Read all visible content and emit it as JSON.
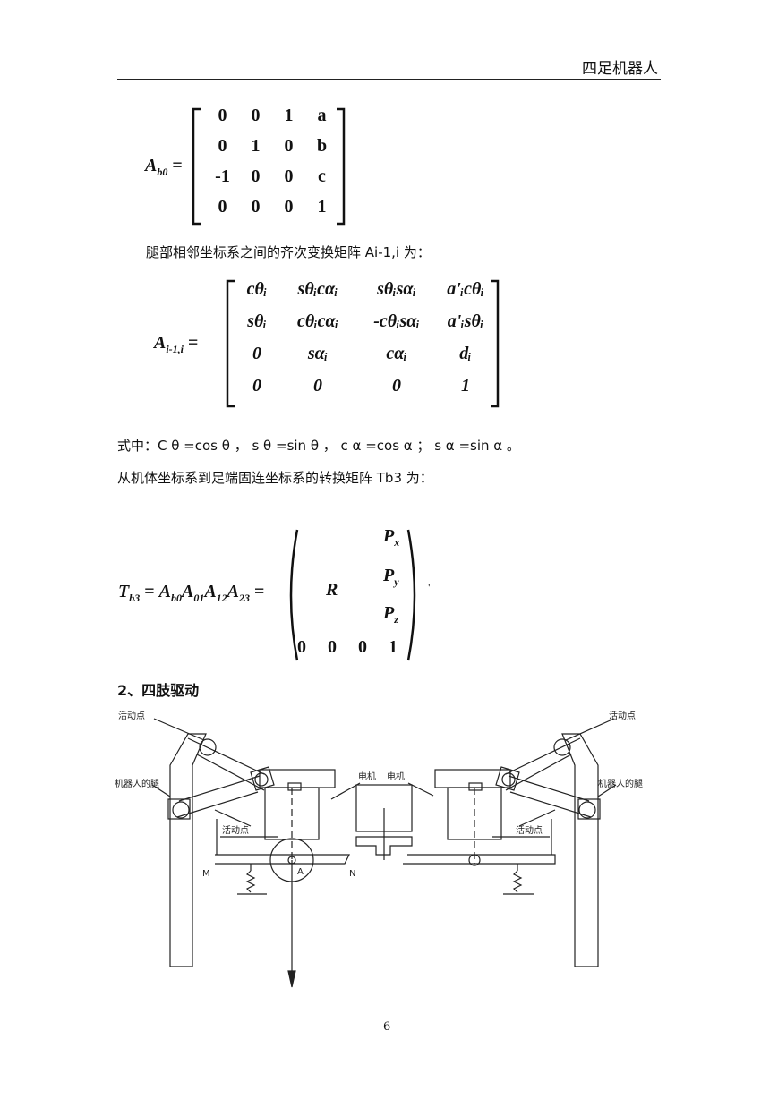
{
  "header": {
    "title": "四足机器人"
  },
  "eq1": {
    "lhs": "A",
    "lhs_sub": "b0",
    "rows": [
      [
        "0",
        "0",
        "1",
        "a"
      ],
      [
        "0",
        "1",
        "0",
        "b"
      ],
      [
        "-1",
        "0",
        "0",
        "c"
      ],
      [
        "0",
        "0",
        "0",
        "1"
      ]
    ]
  },
  "para1": "腿部相邻坐标系之间的齐次变换矩阵 Ai-1,i 为：",
  "eq2": {
    "lhs": "A",
    "lhs_sub": "i-1,i",
    "rows": [
      [
        "cθᵢ",
        "sθᵢcαᵢ",
        "sθᵢsαᵢ",
        "a'ᵢcθᵢ"
      ],
      [
        "sθᵢ",
        "cθᵢcαᵢ",
        "-cθᵢsαᵢ",
        "a'ᵢsθᵢ"
      ],
      [
        "0",
        "sαᵢ",
        "cαᵢ",
        "dᵢ"
      ],
      [
        "0",
        "0",
        "0",
        "1"
      ]
    ]
  },
  "para2": "式中：C θ =cos θ ， s θ =sin θ ， c α =cos α ； s α =sin α 。",
  "para3": "从机体坐标系到足端固连坐标系的转换矩阵 Tb3 为：",
  "eq3": {
    "lhs": "T",
    "lhs_sub": "b3",
    "rhs_product": "= A",
    "factors": [
      {
        "b": "A",
        "s": "b0"
      },
      {
        "b": "A",
        "s": "01"
      },
      {
        "b": "A",
        "s": "12"
      },
      {
        "b": "A",
        "s": "23"
      }
    ],
    "R": "R",
    "P": [
      {
        "b": "P",
        "s": "x"
      },
      {
        "b": "P",
        "s": "y"
      },
      {
        "b": "P",
        "s": "z"
      }
    ],
    "bottom_row": [
      "0",
      "0",
      "0",
      "1"
    ],
    "trail": "'"
  },
  "section": {
    "title": "2、四肢驱动"
  },
  "diagram": {
    "labels": {
      "active_point_tl": "活动点",
      "active_point_tr": "活动点",
      "robot_leg_left": "机器人的腿",
      "robot_leg_right": "机器人的腿",
      "active_point_ml": "活动点",
      "active_point_mr": "活动点",
      "motor1": "电机",
      "motor2": "电机",
      "m": "M",
      "a": "A",
      "n": "N"
    }
  },
  "footer": {
    "page_number": "6"
  }
}
